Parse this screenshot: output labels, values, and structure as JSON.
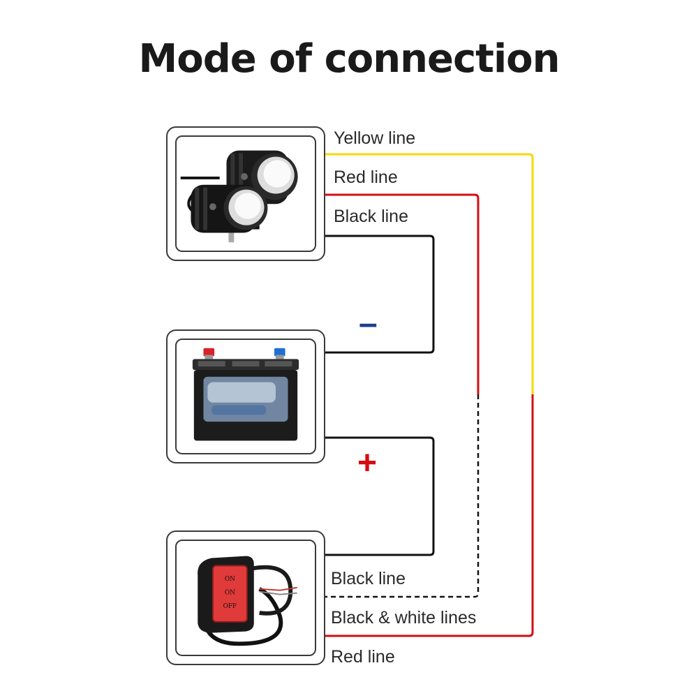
{
  "title": "Mode of connection",
  "labels": {
    "yellow_line": "Yellow line",
    "red_line_top": "Red line",
    "black_line_top": "Black line",
    "black_line_bottom": "Black line",
    "black_white_lines": "Black & white lines",
    "red_line_bottom": "Red line"
  },
  "signs": {
    "minus": "–",
    "plus": "+"
  },
  "switch_text": {
    "on1": "ON",
    "on2": "ON",
    "off": "OFF"
  },
  "colors": {
    "yellow_wire": "#f5d90a",
    "red_wire": "#d40d12",
    "black_wire": "#111111",
    "minus_sign": "#1d3f8a",
    "plus_sign": "#d40d12"
  }
}
